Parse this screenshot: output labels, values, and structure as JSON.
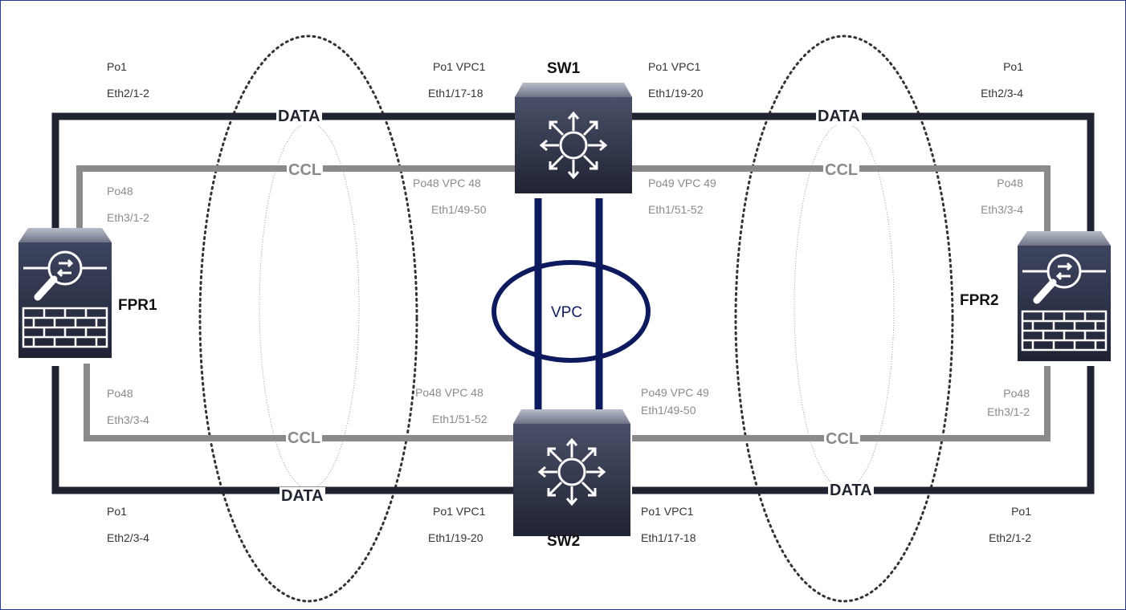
{
  "devices": {
    "sw1": "SW1",
    "sw2": "SW2",
    "fpr1": "FPR1",
    "fpr2": "FPR2"
  },
  "link_types": {
    "data": "DATA",
    "ccl": "CCL",
    "vpc": "VPC"
  },
  "labels": {
    "fpr1_top_po": "Po1",
    "fpr1_top_eth": "Eth2/1-2",
    "fpr1_ccl_top_po": "Po48",
    "fpr1_ccl_top_eth": "Eth3/1-2",
    "fpr1_ccl_bot_po": "Po48",
    "fpr1_ccl_bot_eth": "Eth3/3-4",
    "fpr1_bot_po": "Po1",
    "fpr1_bot_eth": "Eth2/3-4",
    "sw1_left_po": "Po1 VPC1",
    "sw1_left_eth": "Eth1/17-18",
    "sw1_left_ccl_po": "Po48 VPC 48",
    "sw1_left_ccl_eth": "Eth1/49-50",
    "sw1_right_po": "Po1 VPC1",
    "sw1_right_eth": "Eth1/19-20",
    "sw1_right_ccl_po": "Po49 VPC 49",
    "sw1_right_ccl_eth": "Eth1/51-52",
    "sw2_left_ccl_po": "Po48 VPC 48",
    "sw2_left_ccl_eth": "Eth1/51-52",
    "sw2_left_po": "Po1 VPC1",
    "sw2_left_eth": "Eth1/19-20",
    "sw2_right_ccl_po": "Po49 VPC 49",
    "sw2_right_ccl_eth": "Eth1/49-50",
    "sw2_right_po": "Po1 VPC1",
    "sw2_right_eth": "Eth1/17-18",
    "fpr2_top_po": "Po1",
    "fpr2_top_eth": "Eth2/3-4",
    "fpr2_ccl_top_po": "Po48",
    "fpr2_ccl_top_eth": "Eth3/3-4",
    "fpr2_ccl_bot_po": "Po48",
    "fpr2_ccl_bot_eth": "Eth3/1-2",
    "fpr2_bot_po": "Po1",
    "fpr2_bot_eth": "Eth2/1-2"
  },
  "colors": {
    "data_link": "#1f2430",
    "ccl_link": "#8a8a8a",
    "vpc_link": "#0d1a5e",
    "frame": "#2a3b8f"
  },
  "icons": {
    "switch": "layer3-switch-icon",
    "firewall": "firepower-firewall-icon"
  }
}
